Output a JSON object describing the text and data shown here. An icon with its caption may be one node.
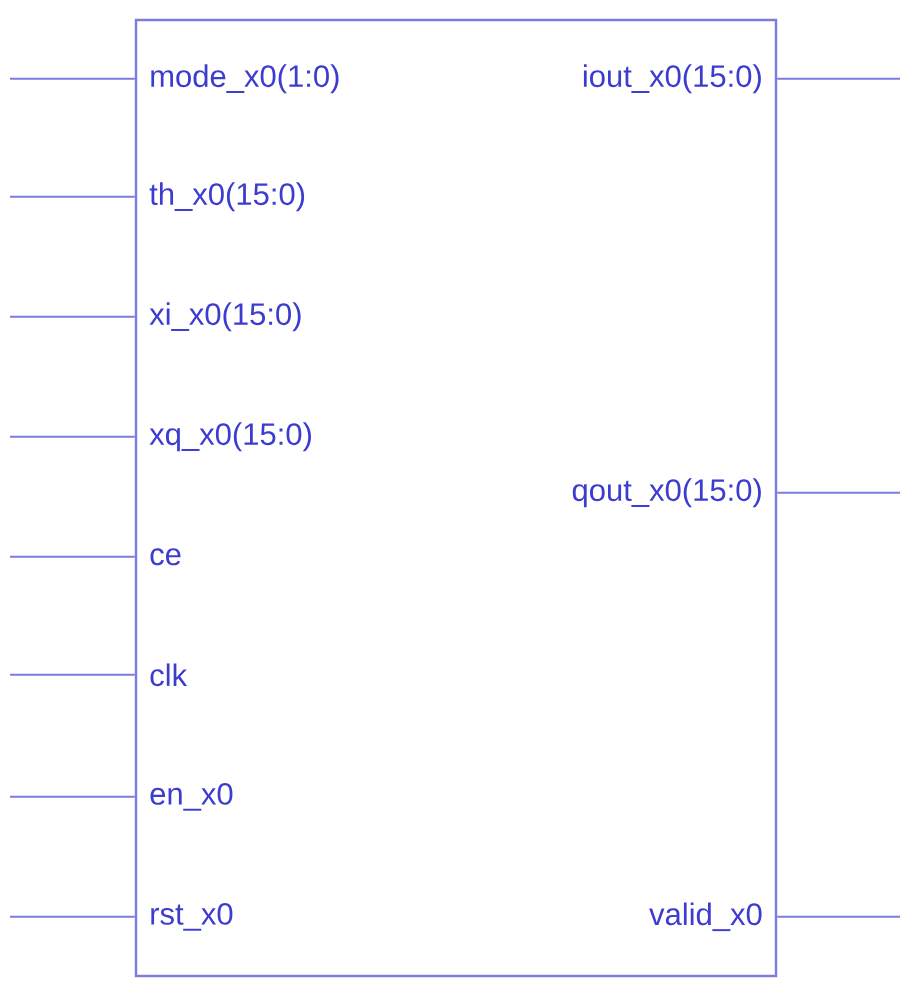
{
  "diagram": {
    "nodes": [
      {
        "text": [],
        "shape": "box"
      },
      {
        "text": [
          "mode_x0(1:0)"
        ],
        "in": 0
      },
      {
        "text": [
          "iout_x0(15:0)"
        ],
        "in": 0
      },
      {
        "text": [
          "th_x0(15:0)"
        ],
        "in": 0
      },
      {
        "text": [
          "xi_x0(15:0)"
        ],
        "in": 0
      },
      {
        "text": [
          "xq_x0(15:0)"
        ],
        "in": 0
      },
      {
        "text": [
          "qout_x0(15:0)"
        ],
        "in": 0
      },
      {
        "text": [
          "ce"
        ],
        "in": 0
      },
      {
        "text": [
          "clk"
        ],
        "in": 0
      },
      {
        "text": [
          "en_x0"
        ],
        "in": 0
      },
      {
        "text": [
          "rst_x0"
        ],
        "in": 0
      },
      {
        "text": [
          "valid_x0"
        ],
        "in": 0
      }
    ],
    "edges": [
      {
        "from": null,
        "to": 1,
        "arrow": "none"
      },
      {
        "from": null,
        "to": 3,
        "arrow": "none"
      },
      {
        "from": null,
        "to": 4,
        "arrow": "none"
      },
      {
        "from": null,
        "to": 5,
        "arrow": "none"
      },
      {
        "from": null,
        "to": 7,
        "arrow": "none"
      },
      {
        "from": null,
        "to": 8,
        "arrow": "none"
      },
      {
        "from": null,
        "to": 9,
        "arrow": "none"
      },
      {
        "from": null,
        "to": 10,
        "arrow": "none"
      },
      {
        "from": 2,
        "to": null,
        "arrow": "none"
      },
      {
        "from": 6,
        "to": null,
        "arrow": "none"
      },
      {
        "from": 11,
        "to": null,
        "arrow": "none"
      }
    ]
  }
}
